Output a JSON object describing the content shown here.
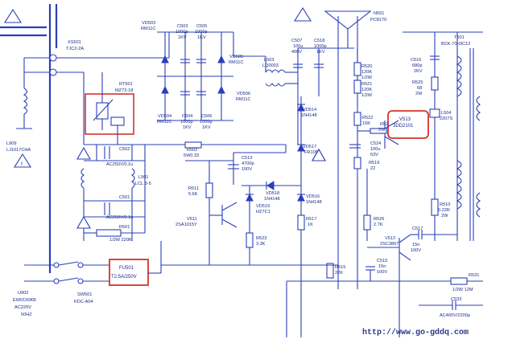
{
  "watermark": "http://www.go-gddq.com",
  "labels": {
    "xs501": [
      "XS501",
      "TJC2-2A"
    ],
    "l909": [
      "L909",
      "LJ1017CHA"
    ],
    "rt501": [
      "RT501",
      "MZ72-18"
    ],
    "c502": [
      "C502",
      "AC250V/0.1u"
    ],
    "l501": [
      "L501",
      "LCL 3-5"
    ],
    "c501": [
      "C501",
      "AC250V/0.1u"
    ],
    "r501": [
      "R501",
      "1/2W 220K"
    ],
    "fu501": [
      "FU501",
      "T2.5A/250V"
    ],
    "u902": [
      "U902",
      "EW0150KB",
      "AC220V",
      "50HZ"
    ],
    "sw501": [
      "SW501",
      "KDC-A04"
    ],
    "vd503": [
      "VD503",
      "RM11C"
    ],
    "c503": [
      "C503",
      "1000p",
      "1KV"
    ],
    "c505": [
      "C505",
      "1000p",
      "1KV"
    ],
    "vd505": [
      "VD505",
      "RM11C"
    ],
    "vd504": [
      "VD504",
      "RM11C"
    ],
    "c504": [
      "C504",
      "1000p",
      "1KV"
    ],
    "c506": [
      "C506",
      "1000p",
      "1KV"
    ],
    "vd506": [
      "VD506",
      "RM11C"
    ],
    "r502": [
      "R502",
      "5W0.33"
    ],
    "l503": [
      "L503",
      "LQ0003"
    ],
    "c507": [
      "C507",
      "100u",
      "400V"
    ],
    "c518": [
      "C518",
      "1000p",
      "1KV"
    ],
    "n501": [
      "N501",
      "PC8170"
    ],
    "t501": [
      "T501",
      "BCK-70-0IC12"
    ],
    "r520": [
      "R520",
      "120K",
      "1/2W"
    ],
    "r521": [
      "R521",
      "120K",
      "1/2W"
    ],
    "c516": [
      "C516",
      "680p",
      "2KV"
    ],
    "r525": [
      "R525",
      "68",
      "2W"
    ],
    "vd514": [
      "VD514",
      "1N4148"
    ],
    "r522": [
      "R522",
      "15K"
    ],
    "r524": [
      "R52",
      "2W"
    ],
    "v513": [
      "V513",
      "3DD2101"
    ],
    "l504": [
      "L504",
      "2207S"
    ],
    "c513": [
      "C513",
      "4700p",
      "100V"
    ],
    "vd517": [
      "VD517",
      "FR105"
    ],
    "c524": [
      "C524",
      "100u",
      "63V"
    ],
    "r519": [
      "R519",
      "22"
    ],
    "r511": [
      "R511",
      "5.6K"
    ],
    "vd518": [
      "VD518",
      "1N4148"
    ],
    "vd519": [
      "VD519",
      "HZ7C1"
    ],
    "vd516": [
      "VD516",
      "1N4148"
    ],
    "v511": [
      "V511",
      "2SA1015Y"
    ],
    "r517": [
      "R517",
      "1K"
    ],
    "r523": [
      "R523",
      "3.3K"
    ],
    "r526": [
      "R526",
      "2.7K"
    ],
    "r510": [
      "R510",
      "0.22R",
      "2W"
    ],
    "v512": [
      "V512",
      "2SC3807"
    ],
    "c517": [
      "C517",
      "15n",
      "100V"
    ],
    "r515": [
      "R515",
      "22K"
    ],
    "c515": [
      "C515",
      "15n",
      "100V"
    ],
    "r531": [
      "R531",
      "1/2W 12M"
    ],
    "c533": [
      "C533",
      "AC400V/2200p"
    ]
  },
  "colors": {
    "wire": "#2a3fb8",
    "highlight": "#d4332c",
    "background": "#ffffff"
  }
}
